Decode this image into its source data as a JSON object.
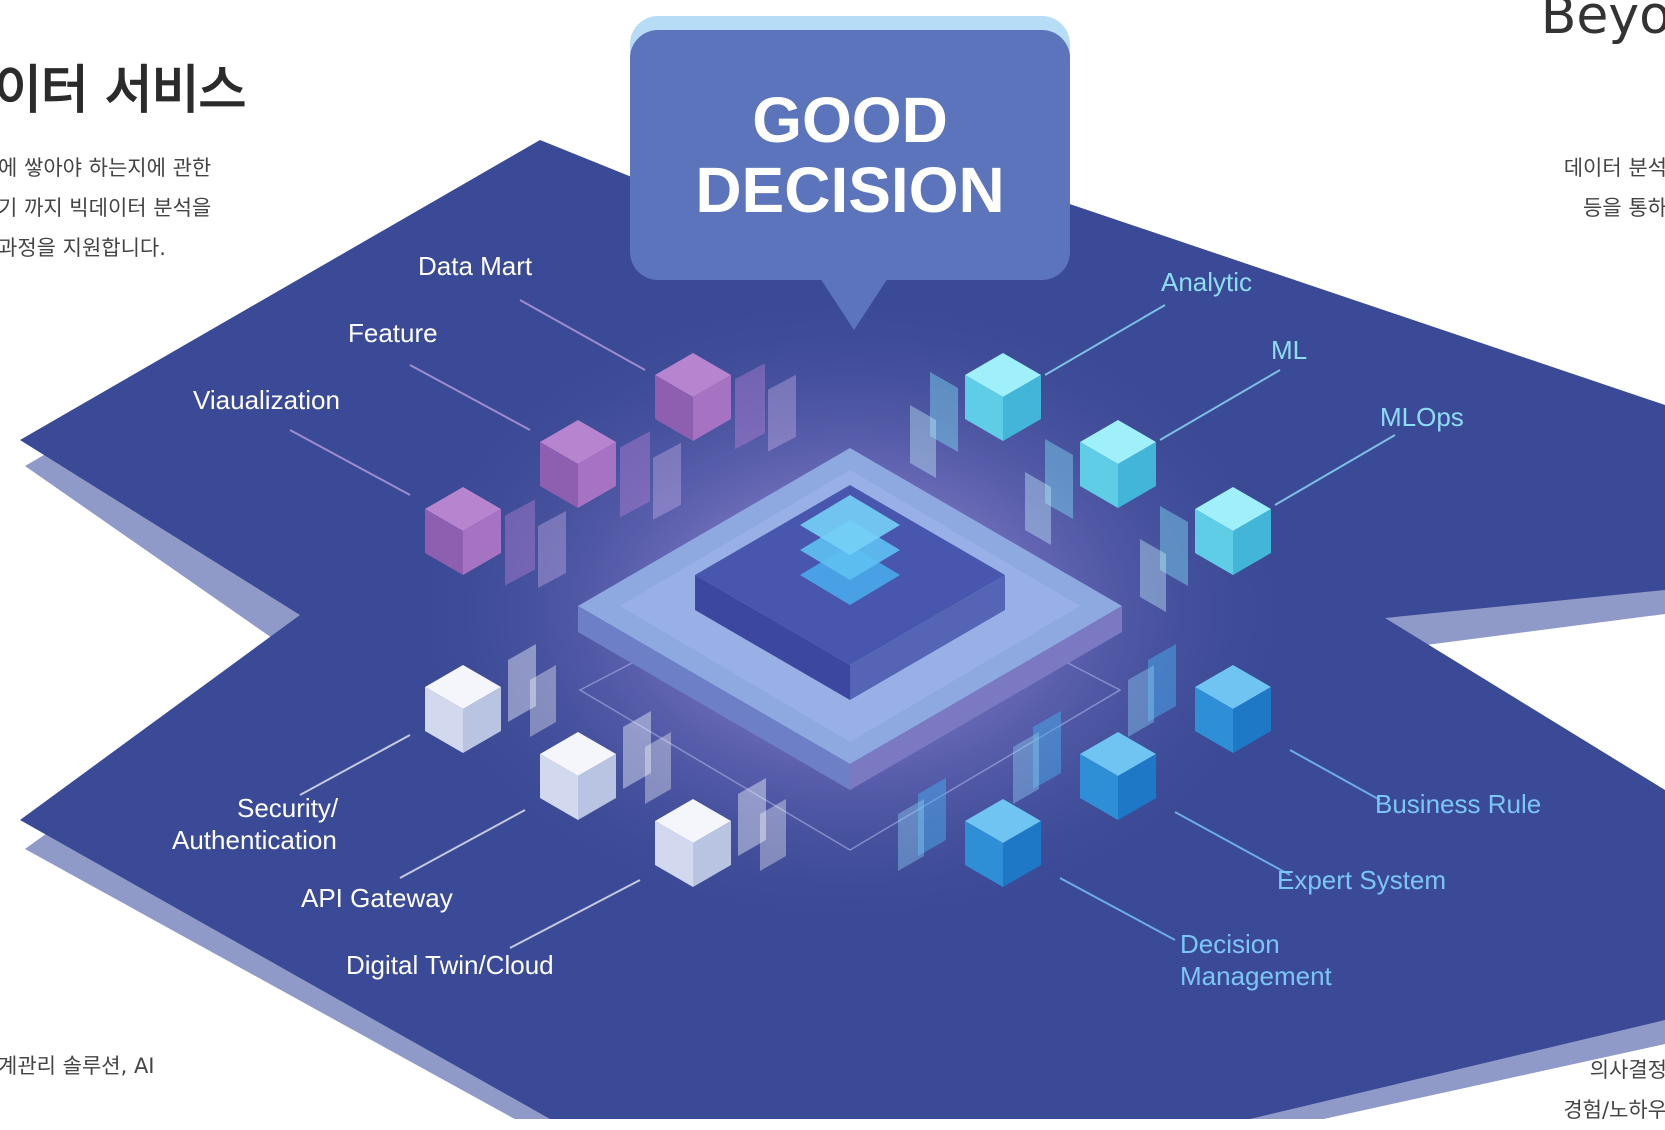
{
  "text": {
    "heading": "이터 서비스",
    "left_lines": [
      "에 쌓아야 하는지에 관한",
      "기 까지 빅데이터 분석을",
      "과정을 지원합니다."
    ],
    "left_footer": "계관리 솔루션, AI",
    "beyond": "Beyo",
    "right_lines": [
      "데이터 분석",
      "등을 통하"
    ],
    "right_footer": [
      "의사결정",
      "경험/노하우"
    ]
  },
  "bubble": {
    "line1": "GOOD",
    "line2": "DECISION"
  },
  "labels": {
    "data_mart": "Data Mart",
    "feature": "Feature",
    "viaualization": "Viaualization",
    "analytic": "Analytic",
    "ml": "ML",
    "mlops": "MLOps",
    "security_1": "Security/",
    "security_2": "Authentication",
    "api_gateway": "API Gateway",
    "digital_twin": "Digital Twin/Cloud",
    "business_rule": "Business Rule",
    "expert_system": "Expert System",
    "decision_1": "Decision",
    "decision_2": "Management"
  },
  "colors": {
    "platform": "#3b4a96",
    "platform_edge": "#8f9ac9",
    "purple_cube": "#9b6bb8",
    "cyan_cube": "#6fd6ee",
    "white_cube": "#e6ebf7",
    "blue_cube": "#3a9ee0",
    "bubble": "#5c74bb",
    "bubble_top": "#b7dcf6"
  }
}
